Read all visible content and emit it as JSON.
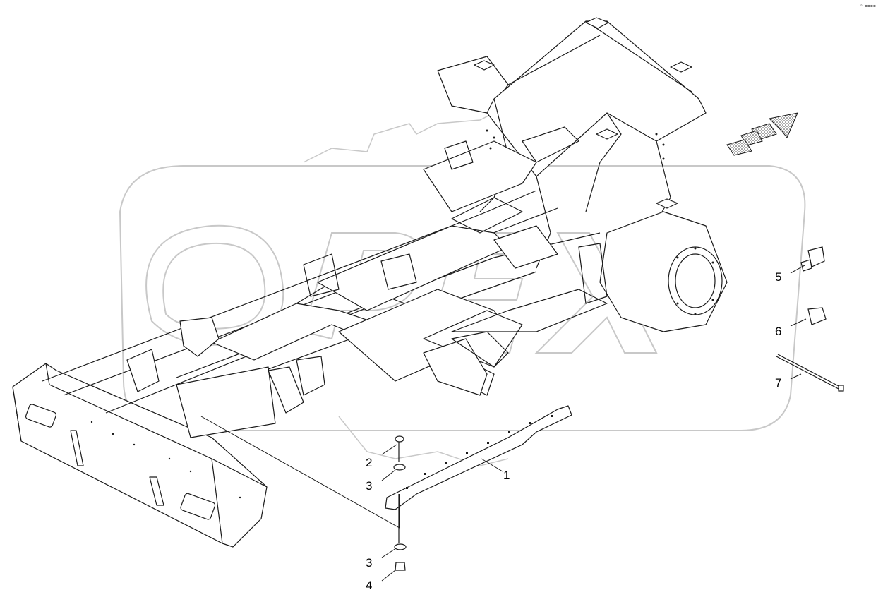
{
  "diagram": {
    "callouts": [
      {
        "id": "1",
        "label": "1"
      },
      {
        "id": "2",
        "label": "2"
      },
      {
        "id": "3a",
        "label": "3"
      },
      {
        "id": "3b",
        "label": "3"
      },
      {
        "id": "4",
        "label": "4"
      },
      {
        "id": "5",
        "label": "5"
      },
      {
        "id": "6",
        "label": "6"
      },
      {
        "id": "7",
        "label": "7"
      }
    ],
    "corner_mark": "⁰⁰ ▪▪▪▪",
    "watermark_text": "OPEX",
    "colors": {
      "line": "#1a1a1a",
      "watermark": "#c8c8c8",
      "hatch": "#555555"
    }
  }
}
